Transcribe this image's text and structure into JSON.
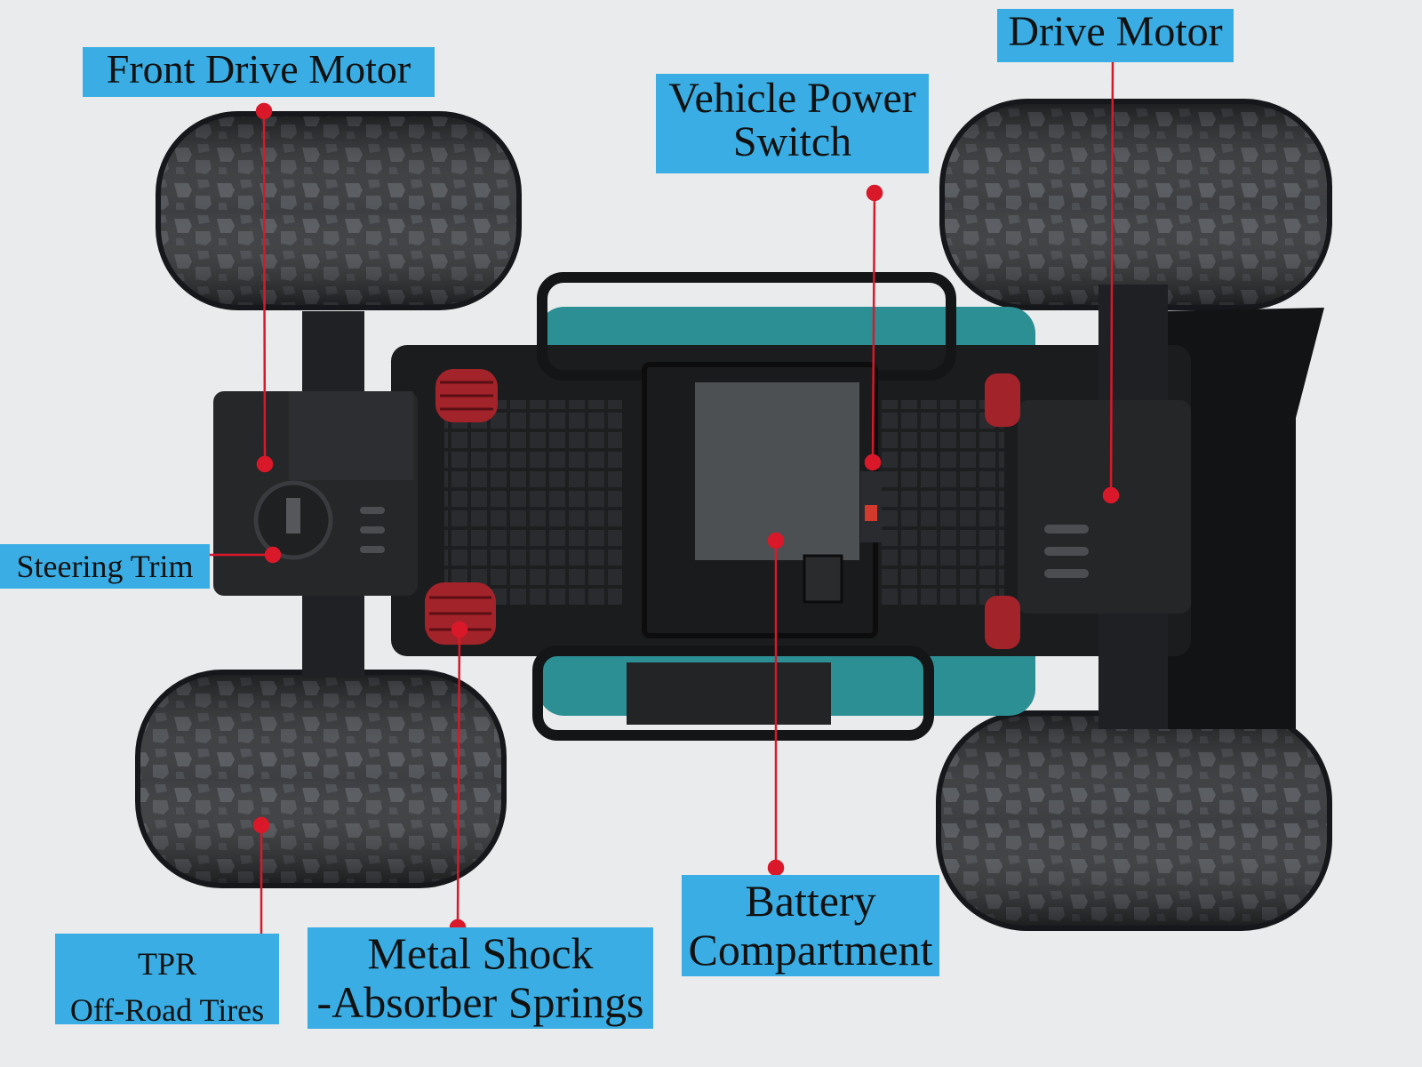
{
  "colors": {
    "background": "#e9ebec",
    "label_fill": "#3aaee4",
    "leader_line": "#d9182a",
    "tire": "#2b2d30",
    "chassis": "#1c1d1f"
  },
  "labels": {
    "front_drive_motor": "Front Drive Motor",
    "drive_motor": "Drive Motor",
    "power_switch_line1": "Vehicle Power",
    "power_switch_line2": "Switch",
    "steering_trim": "Steering Trim",
    "tires_line1": "TPR",
    "tires_line2": "Off-Road Tires",
    "shock_line1": "Metal Shock",
    "shock_line2": "-Absorber Springs",
    "battery_line1": "Battery",
    "battery_line2": "Compartment"
  }
}
